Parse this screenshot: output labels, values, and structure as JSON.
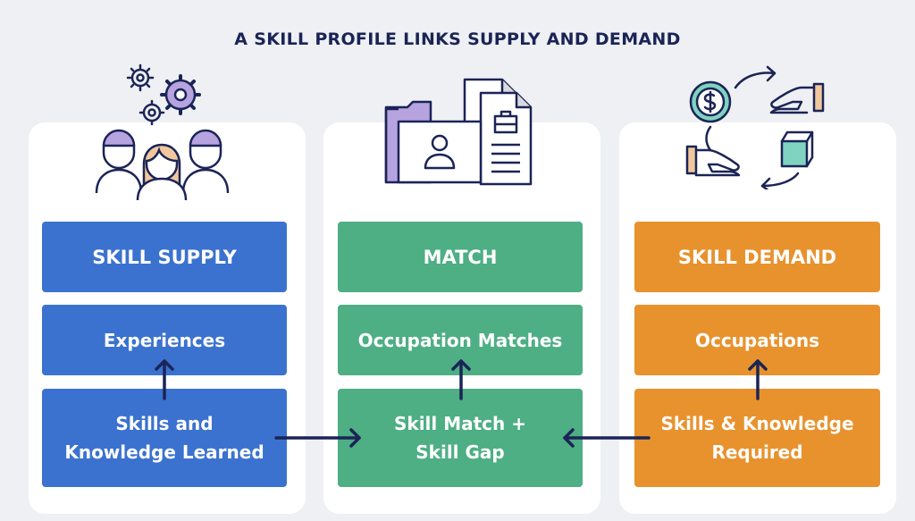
{
  "title": "A SKILL PROFILE LINKS SUPPLY AND DEMAND",
  "columns": [
    {
      "header": "SKILL SUPPLY",
      "middle": "Experiences",
      "bottom_line1": "Skills and",
      "bottom_line2": "Knowledge Learned",
      "icon": "people-with-gears-icon"
    },
    {
      "header": "MATCH",
      "middle": "Occupation Matches",
      "bottom_line1": "Skill Match +",
      "bottom_line2": "Skill Gap",
      "icon": "profile-folder-icon"
    },
    {
      "header": "SKILL DEMAND",
      "middle": "Occupations",
      "bottom_line1": "Skills & Knowledge",
      "bottom_line2": "Required",
      "icon": "exchange-cycle-icon"
    }
  ],
  "colors": {
    "supply": "#3b72cf",
    "match": "#4eae84",
    "demand": "#e8922e",
    "arrow": "#1b2456",
    "title": "#1b2456"
  }
}
